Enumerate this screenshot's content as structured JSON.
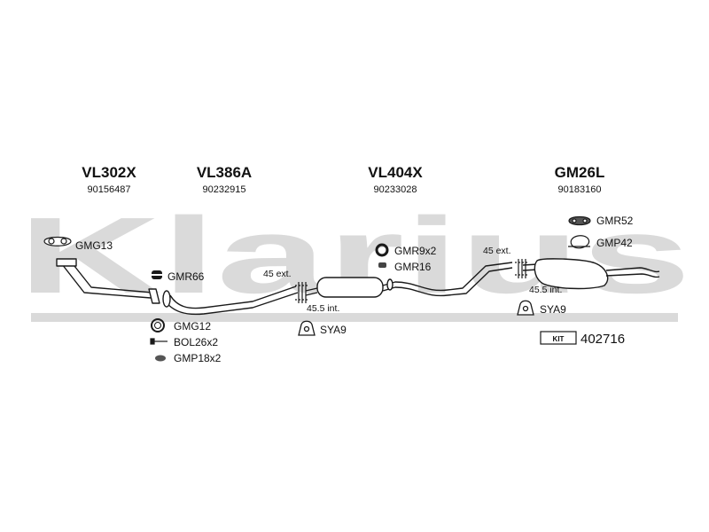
{
  "watermark": "Klarius",
  "sections": [
    {
      "code": "VL302X",
      "number": "90156487"
    },
    {
      "code": "VL386A",
      "number": "90232915"
    },
    {
      "code": "VL404X",
      "number": "90233028"
    },
    {
      "code": "GM26L",
      "number": "90183160"
    }
  ],
  "parts": {
    "gmg13": "GMG13",
    "gmr66": "GMR66",
    "gmg12": "GMG12",
    "bol26x2": "BOL26x2",
    "gmp18x2": "GMP18x2",
    "sya9_left": "SYA9",
    "gmr9x2": "GMR9x2",
    "gmr16": "GMR16",
    "gmr52": "GMR52",
    "gmp42": "GMP42",
    "sya9_right": "SYA9"
  },
  "dimensions": {
    "left_ext": "45 ext.",
    "left_int": "45.5 int.",
    "right_ext": "45 ext.",
    "right_int": "45.5 int."
  },
  "kit": {
    "label": "KIT",
    "number": "402716"
  },
  "colors": {
    "watermark": "#d9d9d9",
    "line": "#1a1a1a",
    "part_fill": "#ffffff"
  }
}
